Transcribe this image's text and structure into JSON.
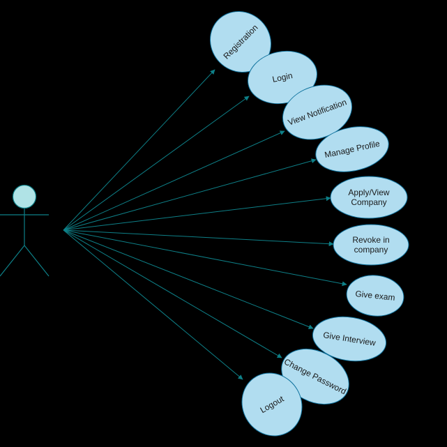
{
  "diagram": {
    "colors": {
      "background": "#000000",
      "use_case_fill": "#b1ddf0",
      "use_case_stroke": "#10739e",
      "connector": "#0e8088",
      "actor_head_fill": "#b0e3e6"
    },
    "use_cases": [
      {
        "id": "registration",
        "lines": [
          "Registration"
        ]
      },
      {
        "id": "login",
        "lines": [
          "Login"
        ]
      },
      {
        "id": "view-notification",
        "lines": [
          "View Notification"
        ]
      },
      {
        "id": "manage-profile",
        "lines": [
          "Manage Profile"
        ]
      },
      {
        "id": "apply-view-company",
        "lines": [
          "Apply/View",
          "Company"
        ]
      },
      {
        "id": "revoke-in-company",
        "lines": [
          "Revoke in",
          "company"
        ]
      },
      {
        "id": "give-exam",
        "lines": [
          "Give exam"
        ]
      },
      {
        "id": "give-interview",
        "lines": [
          "Give Interview"
        ]
      },
      {
        "id": "change-password",
        "lines": [
          "Change Password"
        ]
      },
      {
        "id": "logout",
        "lines": [
          "Logout"
        ]
      }
    ]
  }
}
